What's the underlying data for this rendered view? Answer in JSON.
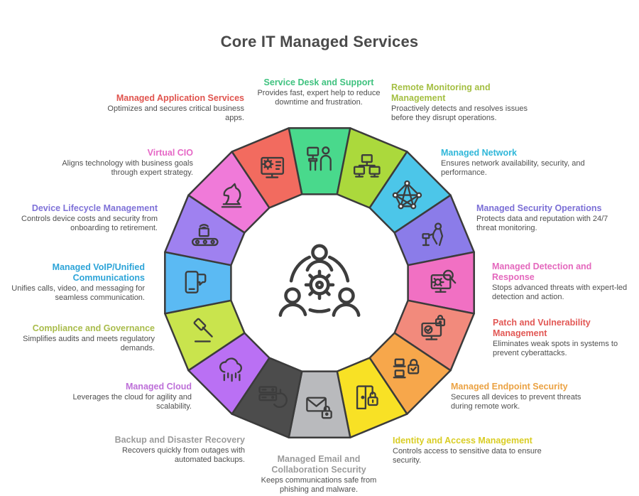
{
  "title": "Core IT Managed Services",
  "center_icon": "team-gear-icon",
  "services": [
    {
      "name": "Service Desk and Support",
      "description": "Provides fast, expert help to reduce downtime and frustration.",
      "label_color": "#3fc27f",
      "segment_color": "#49d98c",
      "icon": "helpdesk-icon"
    },
    {
      "name": "Remote Monitoring and Management",
      "description": "Proactively detects and resolves issues before they disrupt operations.",
      "label_color": "#a4bf42",
      "segment_color": "#abd93c",
      "icon": "monitors-icon"
    },
    {
      "name": "Managed Network",
      "description": "Ensures network availability, security, and performance.",
      "label_color": "#2fb7d9",
      "segment_color": "#4cc6e9",
      "icon": "network-mesh-icon"
    },
    {
      "name": "Managed Security Operations",
      "description": "Protects data and reputation with 24/7 threat monitoring.",
      "label_color": "#7b6fd6",
      "segment_color": "#8b7ce9",
      "icon": "surveillance-icon"
    },
    {
      "name": "Managed Detection and Response",
      "description": "Stops advanced threats with expert-led detection and action.",
      "label_color": "#e468bd",
      "segment_color": "#f170c3",
      "icon": "threat-scan-icon"
    },
    {
      "name": "Patch and Vulnerability Management",
      "description": "Eliminates weak spots in systems to prevent cyberattacks.",
      "label_color": "#e25754",
      "segment_color": "#f28a7c",
      "icon": "patch-monitor-icon"
    },
    {
      "name": "Managed Endpoint Security",
      "description": "Secures all devices to prevent threats during remote work.",
      "label_color": "#eba243",
      "segment_color": "#f7a74b",
      "icon": "devices-lock-icon"
    },
    {
      "name": "Identity and Access Management",
      "description": "Controls access to sensitive data to ensure security.",
      "label_color": "#d9cd24",
      "segment_color": "#f8e125",
      "icon": "door-lock-icon"
    },
    {
      "name": "Managed Email and Collaboration Security",
      "description": "Keeps communications safe from phishing and malware.",
      "label_color": "#9b9b9b",
      "segment_color": "#b9babd",
      "icon": "envelope-lock-icon"
    },
    {
      "name": "Backup and Disaster Recovery",
      "description": "Recovers quickly from outages with automated backups.",
      "label_color": "#9b9b9b",
      "segment_color": "#4c4c4c",
      "icon": "server-backup-icon"
    },
    {
      "name": "Managed Cloud",
      "description": "Leverages the cloud for agility and scalability.",
      "label_color": "#bd6fd8",
      "segment_color": "#ba70f4",
      "icon": "cloud-icon"
    },
    {
      "name": "Compliance and Governance",
      "description": "Simplifies audits and meets regulatory demands.",
      "label_color": "#a9bc4b",
      "segment_color": "#c9e44d",
      "icon": "gavel-icon"
    },
    {
      "name": "Managed VoIP/Unified Communications",
      "description": "Unifies calls, video, and messaging for seamless communication.",
      "label_color": "#2da4d8",
      "segment_color": "#5bbaf3",
      "icon": "phone-chat-icon"
    },
    {
      "name": "Device Lifecycle Management",
      "description": "Controls device costs and security from onboarding to retirement.",
      "label_color": "#7f72d8",
      "segment_color": "#9f81f0",
      "icon": "conveyor-icon"
    },
    {
      "name": "Virtual CIO",
      "description": "Aligns technology with business goals through expert strategy.",
      "label_color": "#e668c6",
      "segment_color": "#f07ad9",
      "icon": "chess-knight-icon"
    },
    {
      "name": "Managed Application Services",
      "description": "Optimizes and secures critical business apps.",
      "label_color": "#e0544e",
      "segment_color": "#f26b5f",
      "icon": "monitor-gear-icon"
    }
  ]
}
